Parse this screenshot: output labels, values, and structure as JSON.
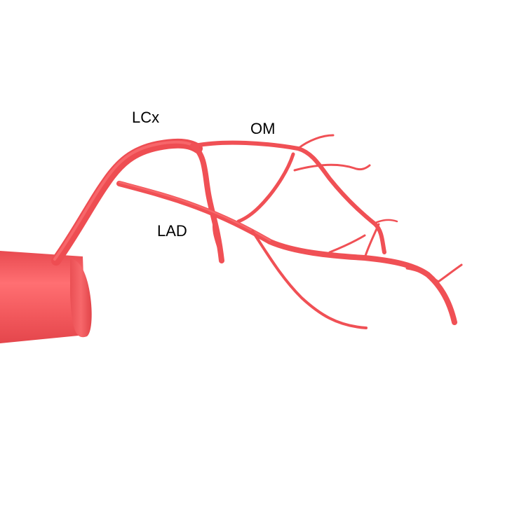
{
  "labels": {
    "lcx": "LCx",
    "om": "OM",
    "lad": "LAD"
  },
  "colors": {
    "vessel": "#f05055",
    "vessel_highlight": "#ff7a7d",
    "vessel_shadow": "#d63c42",
    "label_text": "#000000",
    "background": "#ffffff"
  }
}
